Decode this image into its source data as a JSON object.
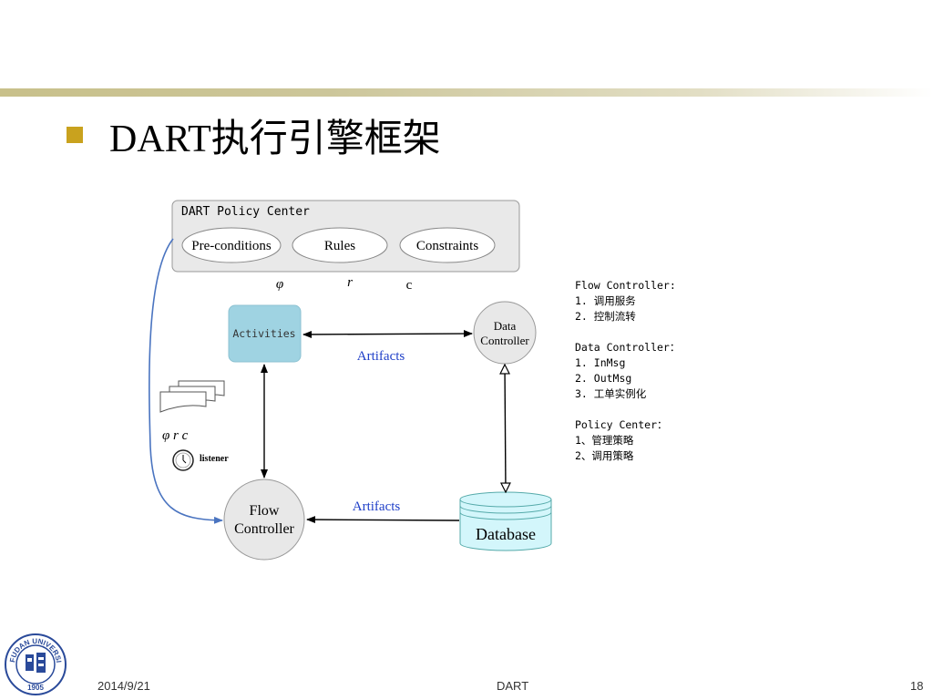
{
  "slide": {
    "title": "DART执行引擎框架",
    "accent_color": "#c9a21e"
  },
  "diagram": {
    "policy_center": {
      "title": "DART Policy Center",
      "items": [
        "Pre-conditions",
        "Rules",
        "Constraints"
      ]
    },
    "greek": {
      "phi": "φ",
      "r": "r",
      "c": "c"
    },
    "nodes": {
      "activities": "Activities",
      "data_controller": [
        "Data",
        "Controller"
      ],
      "flow_controller": [
        "Flow",
        "Controller"
      ],
      "database": "Database",
      "listener": "listener"
    },
    "edges": {
      "artifacts_top": "Artifacts",
      "artifacts_bottom": "Artifacts"
    },
    "side_symbols": "φ r  c"
  },
  "notes": [
    "Flow Controller:",
    "1. 调用服务",
    "2. 控制流转",
    "",
    "Data Controller：",
    "1. InMsg",
    "2. OutMsg",
    "3. 工单实例化",
    "",
    "Policy Center：",
    "1、管理策略",
    "2、调用策略"
  ],
  "footer": {
    "date": "2014/9/21",
    "center": "DART",
    "page": "18"
  },
  "logo": {
    "text": "FUDAN UNIVERSITY",
    "year": "1905"
  }
}
